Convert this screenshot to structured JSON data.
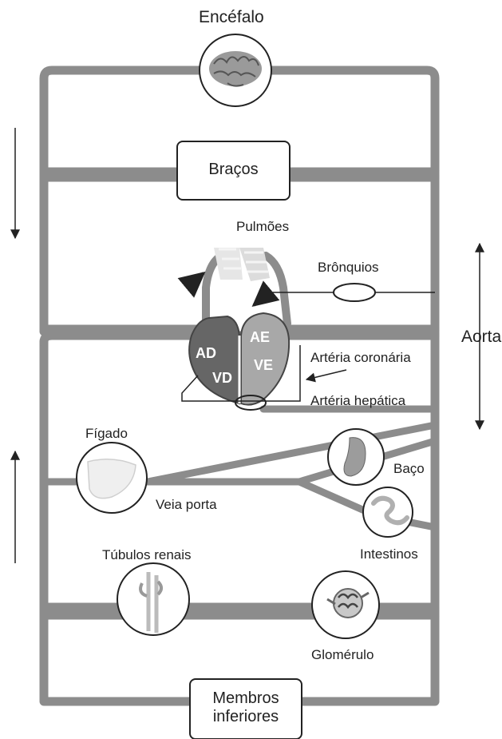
{
  "labels": {
    "brain": "Encéfalo",
    "arms": "Braços",
    "lungs": "Pulmões",
    "bronchi": "Brônquios",
    "aorta": "Aorta",
    "right_atrium": "AD",
    "right_ventricle": "VD",
    "left_atrium": "AE",
    "left_ventricle": "VE",
    "coronary_artery": "Artéria coronária",
    "hepatic_artery": "Artéria hepática",
    "liver": "Fígado",
    "portal_vein": "Veia porta",
    "spleen": "Baço",
    "intestines": "Intestinos",
    "renal_tubules": "Túbulos renais",
    "glomerulus": "Glomérulo",
    "lower_limbs_line1": "Membros",
    "lower_limbs_line2": "inferiores"
  },
  "colors": {
    "vessel": "#8c8c8c",
    "vessel_light": "#c4c4c4",
    "heart_right": "#666666",
    "heart_left": "#a8a8a8",
    "outline": "#222222"
  },
  "icons": [
    "brain-icon",
    "liver-icon",
    "spleen-icon",
    "intestine-icon",
    "kidney-tubule-icon",
    "glomerulus-icon",
    "lung-icon"
  ]
}
